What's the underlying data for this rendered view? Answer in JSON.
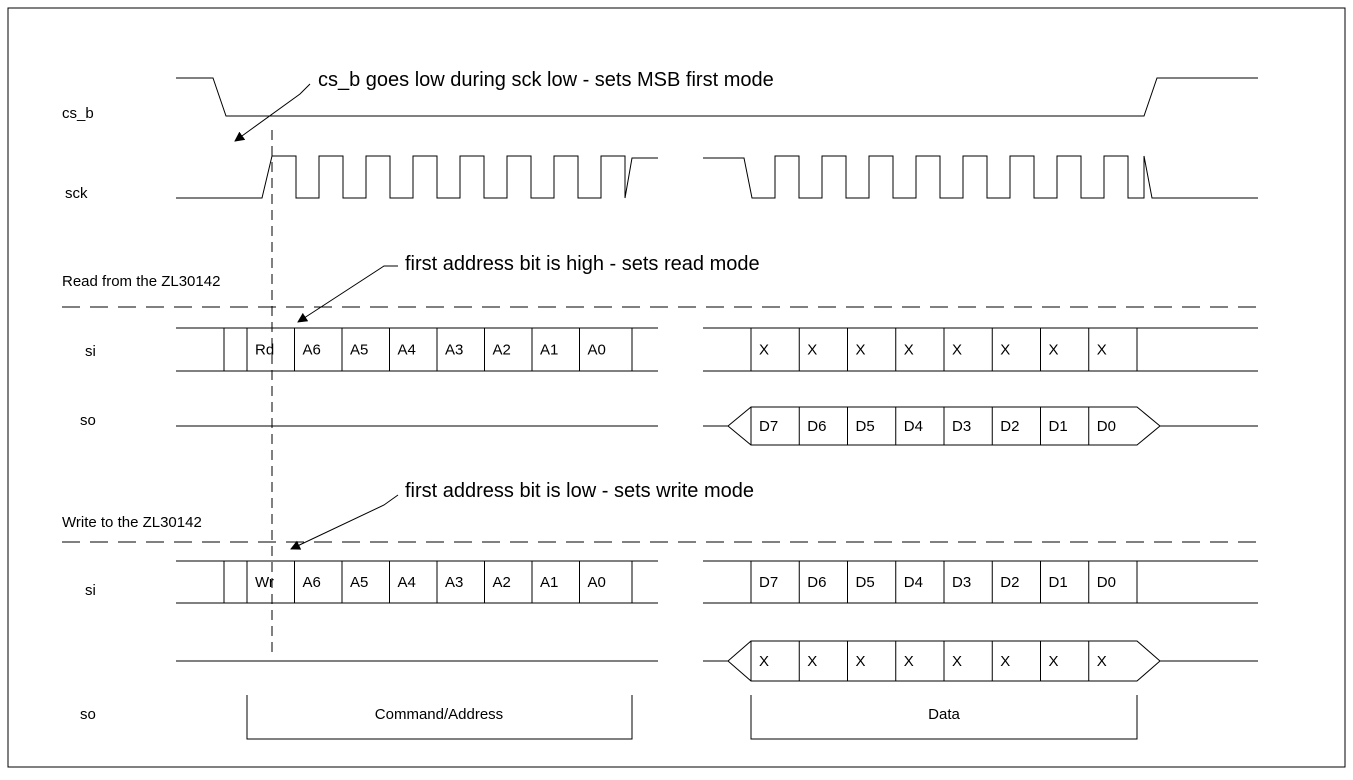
{
  "signals": {
    "cs_b": "cs_b",
    "sck": "sck",
    "si": "si",
    "so": "so"
  },
  "annotations": {
    "msb": "cs_b goes low during sck low - sets MSB first mode",
    "read_mode": "first address bit is high - sets read mode",
    "write_mode": "first address bit is low - sets write mode"
  },
  "sections": {
    "read": "Read from the ZL30142",
    "write": "Write to the ZL30142"
  },
  "read": {
    "si_cmd": [
      "Rd",
      "A6",
      "A5",
      "A4",
      "A3",
      "A2",
      "A1",
      "A0"
    ],
    "si_data": [
      "X",
      "X",
      "X",
      "X",
      "X",
      "X",
      "X",
      "X"
    ],
    "so_data": [
      "D7",
      "D6",
      "D5",
      "D4",
      "D3",
      "D2",
      "D1",
      "D0"
    ]
  },
  "write": {
    "si_cmd": [
      "Wr",
      "A6",
      "A5",
      "A4",
      "A3",
      "A2",
      "A1",
      "A0"
    ],
    "si_data": [
      "D7",
      "D6",
      "D5",
      "D4",
      "D3",
      "D2",
      "D1",
      "D0"
    ],
    "so_data": [
      "X",
      "X",
      "X",
      "X",
      "X",
      "X",
      "X",
      "X"
    ]
  },
  "brackets": {
    "command": "Command/Address",
    "data": "Data"
  }
}
